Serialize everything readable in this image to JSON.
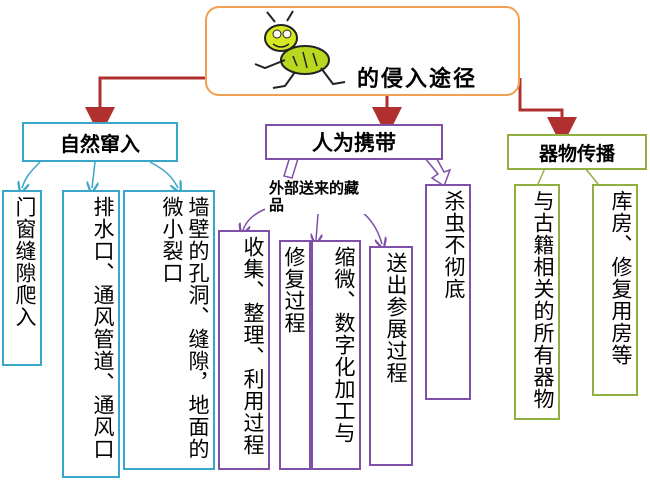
{
  "title": {
    "text": "的侵入途径"
  },
  "branches": {
    "natural": {
      "label": "自然窜入",
      "items": [
        "门窗缝隙爬入",
        "排水口、通风管道、通风口",
        "墙壁的孔洞、缝隙，地面的微小裂口"
      ]
    },
    "human": {
      "label": "人为携带",
      "sub_label": "外部送来的藏品",
      "sub_items": [
        "收集、整理、利用过程",
        "修复过程",
        "缩微、数字化加工与",
        "送出参展过程"
      ],
      "item": "杀虫不彻底"
    },
    "vessel": {
      "label": "器物传播",
      "items": [
        "与古籍相关的所有器物",
        "库房、修复用房等"
      ]
    }
  },
  "colors": {
    "title_border": "#f0a050",
    "red_arrow": "#b03030",
    "natural": "#3aa6c8",
    "human": "#8050a8",
    "vessel": "#90b040"
  }
}
